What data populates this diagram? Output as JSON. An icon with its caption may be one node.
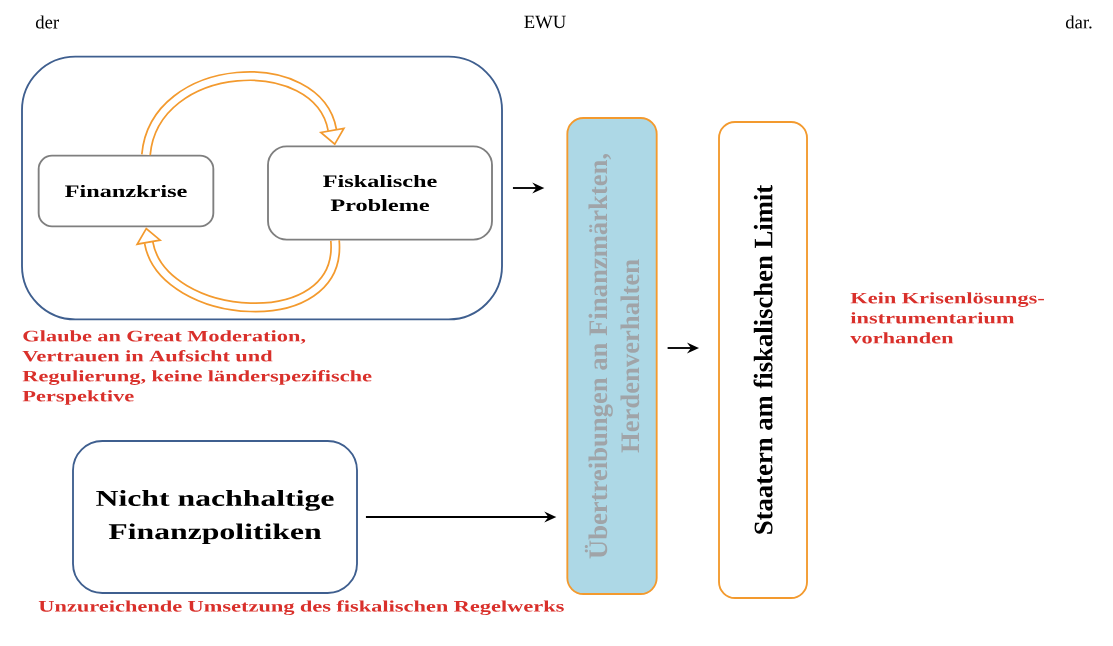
{
  "diagram": {
    "nodes": [
      {
        "text": [],
        "shape": "box",
        "beside": [
          "Glaube an Great Moderation, Vertrauen in Aufsicht und Regulierung, keine länderspezifische Perspektive"
        ]
      },
      {
        "text": [
          "Finanzkrise"
        ],
        "in": 0
      },
      {
        "text": [
          "Fiskalische Probleme"
        ],
        "in": 0
      },
      {
        "text": [
          "Nicht nachhaltige Finanzpolitiken"
        ],
        "beside": [
          "Unzureichende Umsetzung des fiskalischen Regelwerks"
        ]
      },
      {
        "text": [
          "Übertreibungen an Finanzmärkten, Herdenverhalten"
        ]
      },
      {
        "text": [
          "Staatern am fiskalischen Limit"
        ],
        "beside": [
          "Kein Krisenlösungs- instrumentarium vorhanden"
        ]
      }
    ],
    "edges": [
      {
        "from": 1,
        "to": 2,
        "arrow": "to",
        "style": "thick",
        "color": "#f39a2e"
      },
      {
        "from": 2,
        "to": 1,
        "arrow": "to",
        "style": "thick",
        "color": "#f39a2e"
      },
      {
        "from": 0,
        "to": 4,
        "arrow": "to"
      },
      {
        "from": 3,
        "to": 4,
        "arrow": "to"
      },
      {
        "from": 4,
        "to": 5,
        "arrow": "to"
      }
    ],
    "labels": [
      "der",
      "EWU",
      "dar."
    ]
  }
}
